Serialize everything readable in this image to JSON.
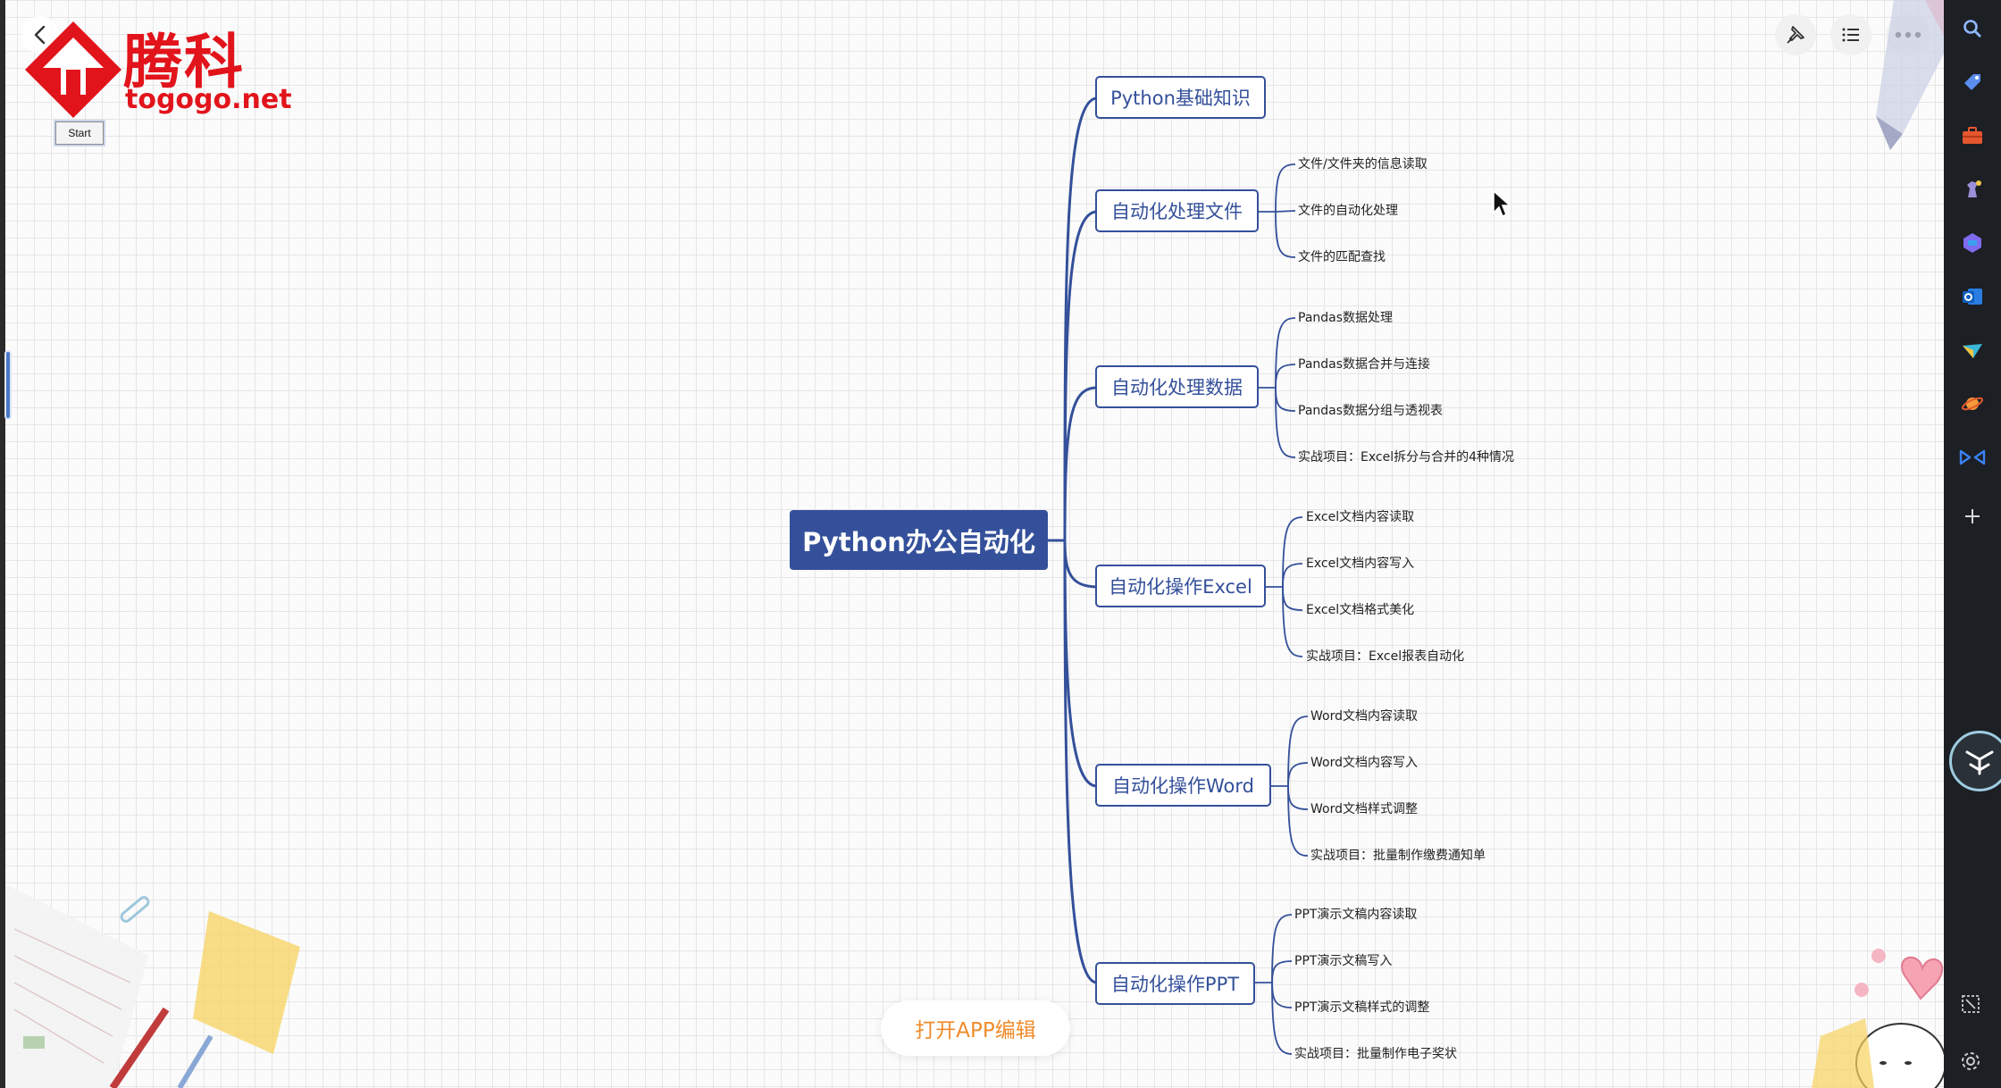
{
  "logo": {
    "cn": "腾科",
    "en": "togogo.net"
  },
  "start_button": "Start",
  "mindmap": {
    "root": "Python办公自动化",
    "branches": [
      {
        "label": "Python基础知识",
        "children": []
      },
      {
        "label": "自动化处理文件",
        "children": [
          "文件/文件夹的信息读取",
          "文件的自动化处理",
          "文件的匹配查找"
        ]
      },
      {
        "label": "自动化处理数据",
        "children": [
          "Pandas数据处理",
          "Pandas数据合并与连接",
          "Pandas数据分组与透视表",
          "实战项目：Excel拆分与合并的4种情况"
        ]
      },
      {
        "label": "自动化操作Excel",
        "children": [
          "Excel文档内容读取",
          "Excel文档内容写入",
          "Excel文档格式美化",
          "实战项目：Excel报表自动化"
        ]
      },
      {
        "label": "自动化操作Word",
        "children": [
          "Word文档内容读取",
          "Word文档内容写入",
          "Word文档样式调整",
          "实战项目：批量制作缴费通知单"
        ]
      },
      {
        "label": "自动化操作PPT",
        "children": [
          "PPT演示文稿内容读取",
          "PPT演示文稿写入",
          "PPT演示文稿样式的调整",
          "实战项目：批量制作电子奖状"
        ]
      }
    ]
  },
  "open_app": "打开APP编辑",
  "toolbar": {
    "icons": [
      "pin-icon",
      "outline-list-icon",
      "more-icon"
    ]
  },
  "sidebar": {
    "icons": [
      "search-icon",
      "tag-icon",
      "briefcase-icon",
      "chess-icon",
      "copilot-icon",
      "outlook-icon",
      "send-icon",
      "planet-icon",
      "infinity-icon",
      "add-icon"
    ]
  },
  "colors": {
    "node": "#34509a",
    "logo_red": "#e2141b",
    "open_app": "#f08b2b"
  }
}
